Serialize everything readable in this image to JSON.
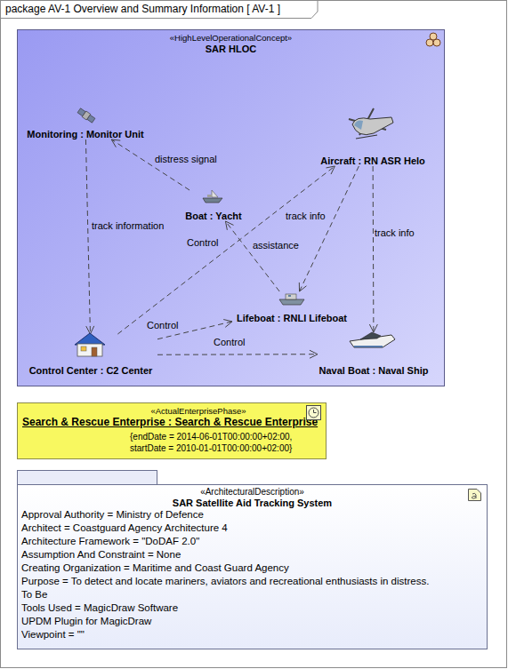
{
  "diagram": {
    "title": "package AV-1 Overview and Summary Information [ AV-1 ]",
    "nodes": [
      {
        "text": [
          "«HighLevelOperationalConcept»",
          "SAR HLOC"
        ]
      },
      {
        "text": [
          "Monitoring : Monitor Unit"
        ],
        "in": 0
      },
      {
        "text": [
          "Aircraft : RN ASR Helo"
        ],
        "in": 0
      },
      {
        "text": [
          "Boat : Yacht"
        ],
        "in": 0
      },
      {
        "text": [
          "Lifeboat : RNLI Lifeboat"
        ],
        "in": 0
      },
      {
        "text": [
          "Control Center : C2 Center"
        ],
        "in": 0
      },
      {
        "text": [
          "Naval Boat : Naval Ship"
        ],
        "in": 0
      },
      {
        "text": [
          "«ActualEnterprisePhase»",
          "Search & Rescue Enterprise : Search & Rescue Enterprise",
          "{endDate = 2014-06-01T00:00:00+02:00, startDate = 2010-01-01T00:00:00+02:00}"
        ]
      },
      {
        "text": [
          "«ArchitecturalDescription»",
          "SAR Satellite Aid Tracking System",
          "Approval Authority = Ministry of Defence",
          "Architect = Coastguard Agency Architecture 4",
          "Architecture Framework = \"DoDAF 2.0\"",
          "Assumption And Constraint = None",
          "Creating Organization = Maritime and Coast Guard Agency",
          "Purpose = To detect and locate mariners, aviators and recreational enthusiasts in distress.",
          "To Be",
          "Tools Used = MagicDraw Software",
          "UPDM Plugin for MagicDraw",
          "Viewpoint = \"\""
        ]
      }
    ],
    "edges": [
      {
        "from": 3,
        "to": 1,
        "arrow": "to",
        "label": "distress signal"
      },
      {
        "from": 1,
        "to": 5,
        "arrow": "to",
        "label": "track information"
      },
      {
        "from": 5,
        "to": 2,
        "arrow": "to",
        "label": "Control"
      },
      {
        "from": 2,
        "to": 4,
        "arrow": "to",
        "label": "track info"
      },
      {
        "from": 2,
        "to": 6,
        "arrow": "to",
        "label": "track info"
      },
      {
        "from": 4,
        "to": 3,
        "arrow": "to",
        "label": "assistance"
      },
      {
        "from": 5,
        "to": 4,
        "arrow": "to",
        "label": "Control"
      },
      {
        "from": 5,
        "to": 6,
        "arrow": "to",
        "label": "Control"
      }
    ]
  }
}
